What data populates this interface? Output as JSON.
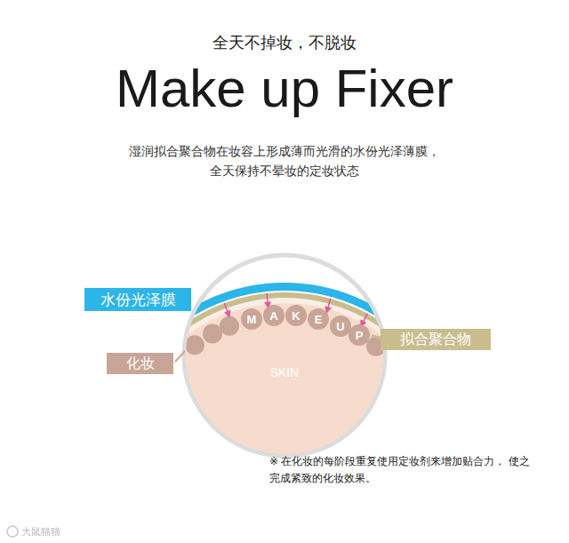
{
  "diagram": {
    "title": "Make up Fixer",
    "nodes": [
      {
        "text": [
          "水份光泽膜"
        ]
      },
      {
        "text": [
          "化妆"
        ]
      },
      {
        "text": [
          "拟合聚合物"
        ]
      },
      {
        "text": [
          "SKIN"
        ]
      },
      {
        "text": [
          "M"
        ],
        "in": 3
      },
      {
        "text": [
          "A"
        ],
        "in": 3
      },
      {
        "text": [
          "K"
        ],
        "in": 3
      },
      {
        "text": [
          "E"
        ],
        "in": 3
      },
      {
        "text": [
          "U"
        ],
        "in": 3
      },
      {
        "text": [
          "P"
        ],
        "in": 3
      }
    ],
    "labels": [
      "全天不掉妆，不脱妆",
      "湿润拟合聚合物在妆容上形成薄而光滑的水份光泽薄膜， 全天保持不晕妆的定妆状态",
      "※ 在化妆的每阶段重复使用定妆剂来增加贴合力， 使之完成紧致的化妆效果。",
      "大鼠猫猫"
    ]
  }
}
